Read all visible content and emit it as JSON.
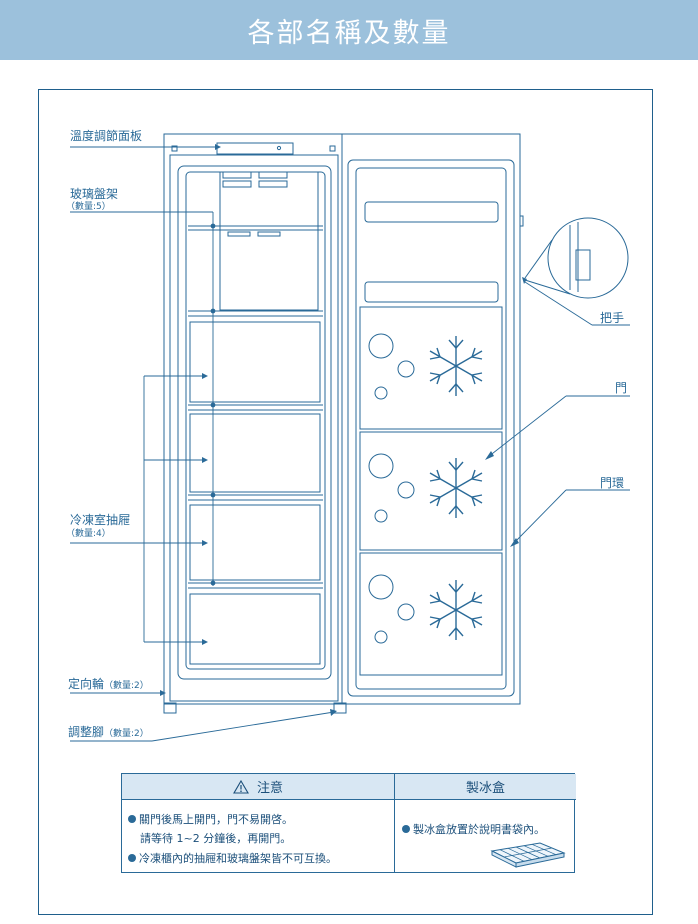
{
  "header": {
    "title": "各部名稱及數量"
  },
  "labels": {
    "temp_panel": "溫度調節面板",
    "glass_shelf": "玻璃盤架",
    "glass_shelf_qty": "（數量:5）",
    "drawer": "冷凍室抽屜",
    "drawer_qty": "（數量:4）",
    "caster": "定向輪",
    "caster_qty": "（數量:2）",
    "adjust_foot": "調整腳",
    "adjust_foot_qty": "（數量:2）",
    "handle": "把手",
    "door": "門",
    "gasket": "門環"
  },
  "notes": {
    "caution_title": "注意",
    "caution_icon": "warning-triangle-icon",
    "caution_items": [
      "關門後馬上開門，門不易開啓。",
      "請等待 1~2 分鐘後，再開門。",
      "冷凍櫃內的抽屜和玻璃盤架皆不可互換。"
    ],
    "ice_title": "製冰盒",
    "ice_text": "製冰盒放置於說明書袋內。",
    "ice_icon": "ice-tray-icon",
    "accent_color": "#2a6a98",
    "header_bg": "#d8e7f3",
    "banner_bg": "#9cc1dc"
  }
}
